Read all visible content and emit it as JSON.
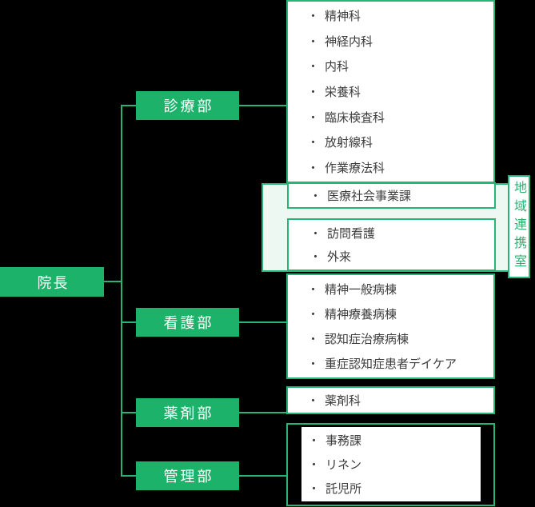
{
  "bullet": "・",
  "root_box": {
    "label": "院長"
  },
  "departments": {
    "medical": {
      "label": "診療部"
    },
    "nursing": {
      "label": "看護部"
    },
    "pharmacy": {
      "label": "薬剤部"
    },
    "admin": {
      "label": "管理部"
    }
  },
  "lists": {
    "medical": {
      "items": [
        "精神科",
        "神経内科",
        "内科",
        "栄養科",
        "臨床検査科",
        "放射線科",
        "作業療法科"
      ]
    },
    "regional": {
      "label": "地域連携室",
      "social": {
        "items": [
          "医療社会事業課"
        ]
      },
      "visiting": {
        "items": [
          "訪問看護",
          "外来"
        ]
      }
    },
    "wards": {
      "items": [
        "精神一般病棟",
        "精神療養病棟",
        "認知症治療病棟",
        "重症認知症患者デイケア"
      ]
    },
    "pharmacy": {
      "items": [
        "薬剤科"
      ]
    },
    "admin": {
      "items": [
        "事務課",
        "リネン",
        "託児所"
      ]
    }
  },
  "colors": {
    "background": "#000000",
    "box_green": "#1db269",
    "line_green": "#27b474",
    "group_fill": "#ecf8f1",
    "item_text": "#3d3d3d",
    "regional_text": "#2fb070",
    "box_label_text": "#ffffff"
  }
}
